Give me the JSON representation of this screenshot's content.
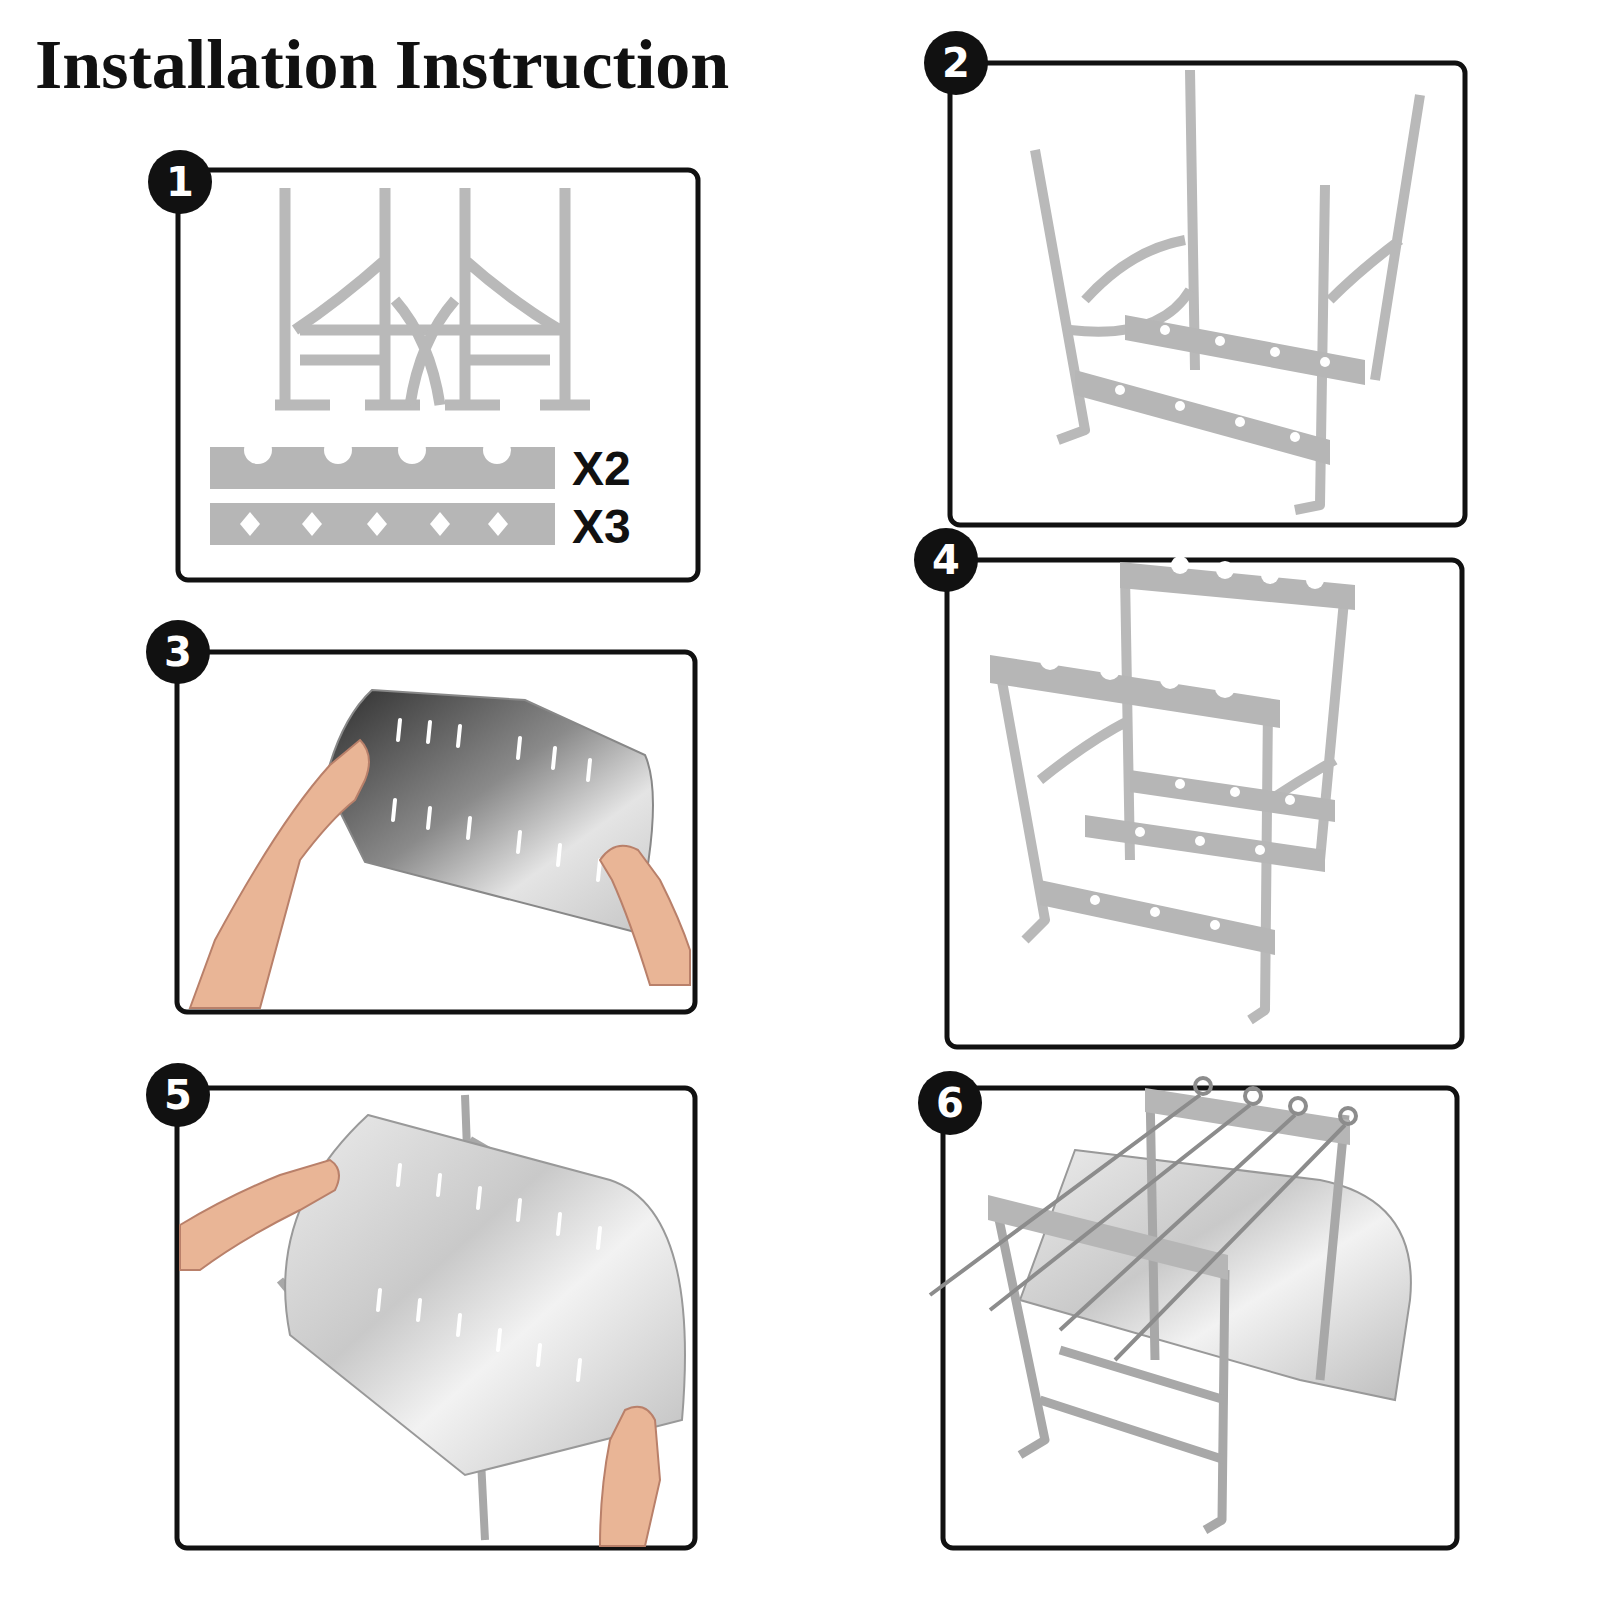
{
  "diagram": {
    "title": "Installation Instruction",
    "nodes": [
      {
        "text": [
          "1"
        ]
      },
      {
        "text": [
          "2"
        ]
      },
      {
        "text": [
          "3"
        ]
      },
      {
        "text": [
          "4"
        ]
      },
      {
        "text": [
          "5"
        ]
      },
      {
        "text": [
          "6"
        ]
      }
    ],
    "labels": [
      "X2",
      "X3"
    ]
  }
}
